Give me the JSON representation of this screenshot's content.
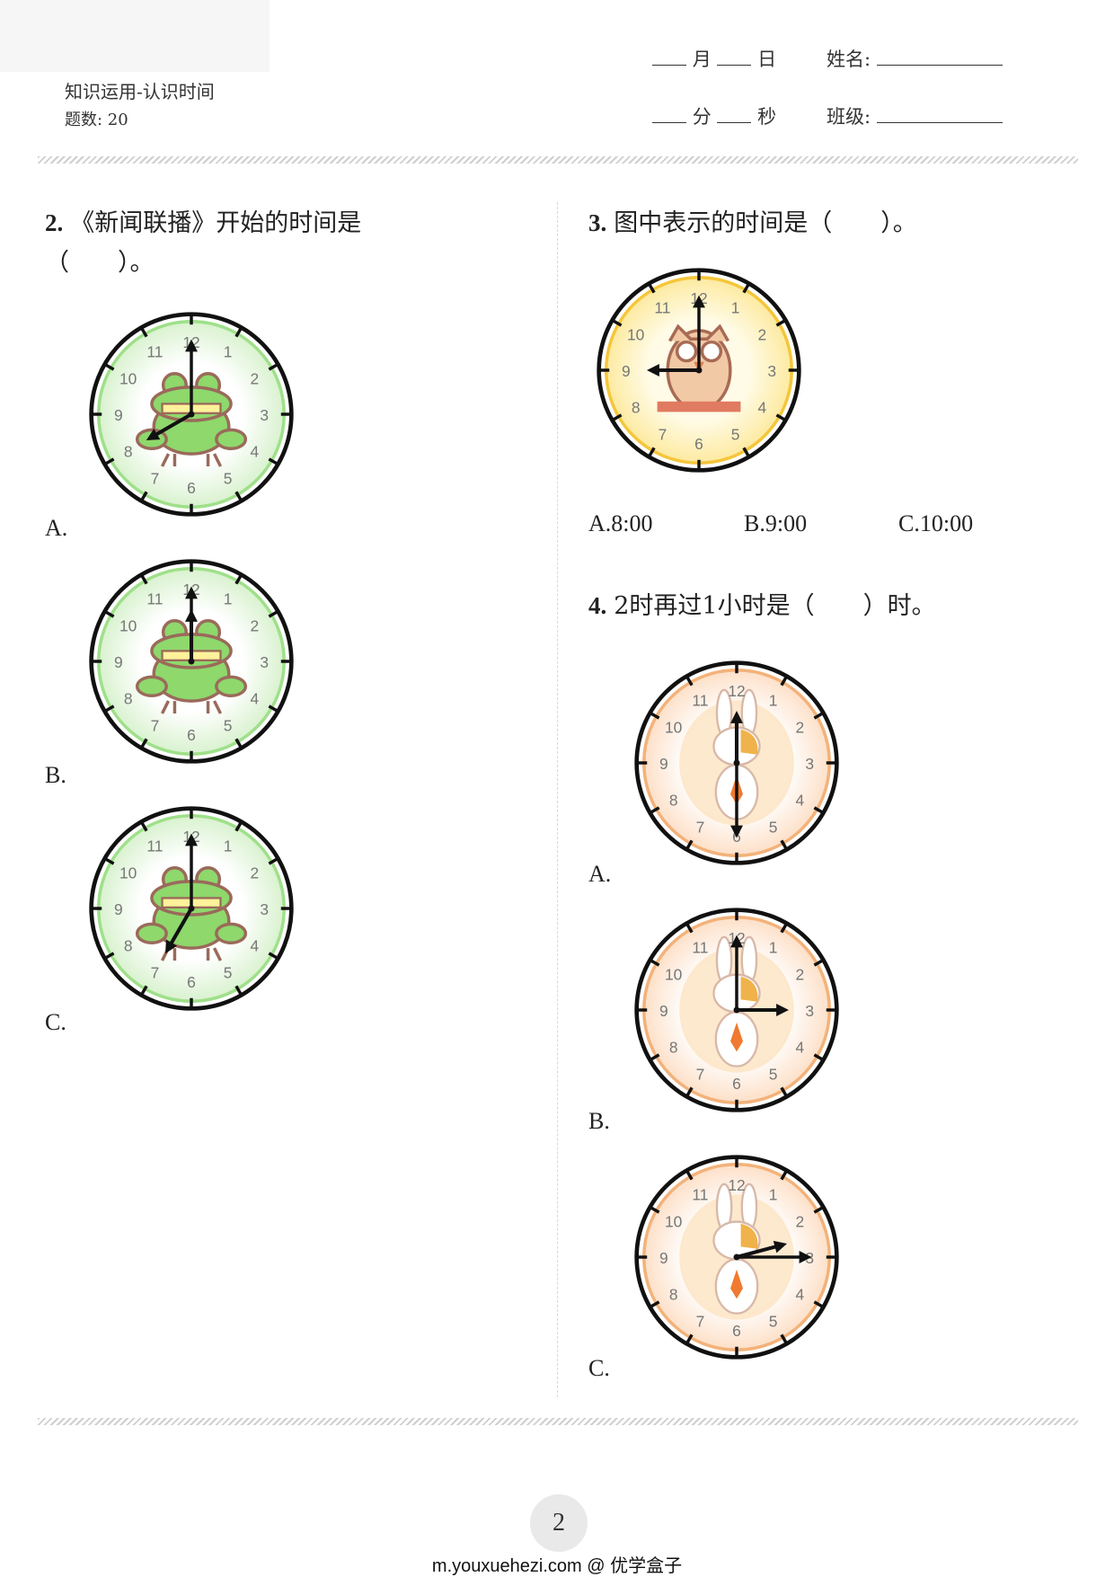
{
  "header": {
    "title": "知识运用-认识时间",
    "count_label": "题数: 20",
    "month": "月",
    "day": "日",
    "name_label": "姓名:",
    "minute": "分",
    "second": "秒",
    "class_label": "班级:"
  },
  "questions": [
    {
      "number": "2.",
      "text_line1": "《新闻联播》开始的时间是",
      "text_line2": "（　　）。",
      "options": [
        {
          "label": "A.",
          "theme": "frog",
          "hour_hand_deg": 240,
          "minute_hand_deg": 0
        },
        {
          "label": "B.",
          "theme": "frog",
          "hour_hand_deg": 0,
          "minute_hand_deg": 0
        },
        {
          "label": "C.",
          "theme": "frog",
          "hour_hand_deg": 210,
          "minute_hand_deg": 0
        }
      ]
    },
    {
      "number": "3.",
      "text": "图中表示的时间是（　　）。",
      "clock": {
        "theme": "owl",
        "hour_hand_deg": 270,
        "minute_hand_deg": 0
      },
      "options": [
        "A.8:00",
        "B.9:00",
        "C.10:00"
      ]
    },
    {
      "number": "4.",
      "text": "2时再过1小时是（　　）时。",
      "options": [
        {
          "label": "A.",
          "theme": "rabbit",
          "hour_hand_deg": 0,
          "minute_hand_deg": 180
        },
        {
          "label": "B.",
          "theme": "rabbit",
          "hour_hand_deg": 90,
          "minute_hand_deg": 0
        },
        {
          "label": "C.",
          "theme": "rabbit",
          "hour_hand_deg": 75,
          "minute_hand_deg": 90
        }
      ]
    }
  ],
  "clock_numbers": [
    "12",
    "1",
    "2",
    "3",
    "4",
    "5",
    "6",
    "7",
    "8",
    "9",
    "10",
    "11"
  ],
  "colors": {
    "frog_rim": "#9fe08a",
    "owl_rim": "#f5c63a",
    "rabbit_rim": "#f3b27a"
  },
  "page_number": "2",
  "footer": "m.youxuehezi.com @ 优学盒子"
}
